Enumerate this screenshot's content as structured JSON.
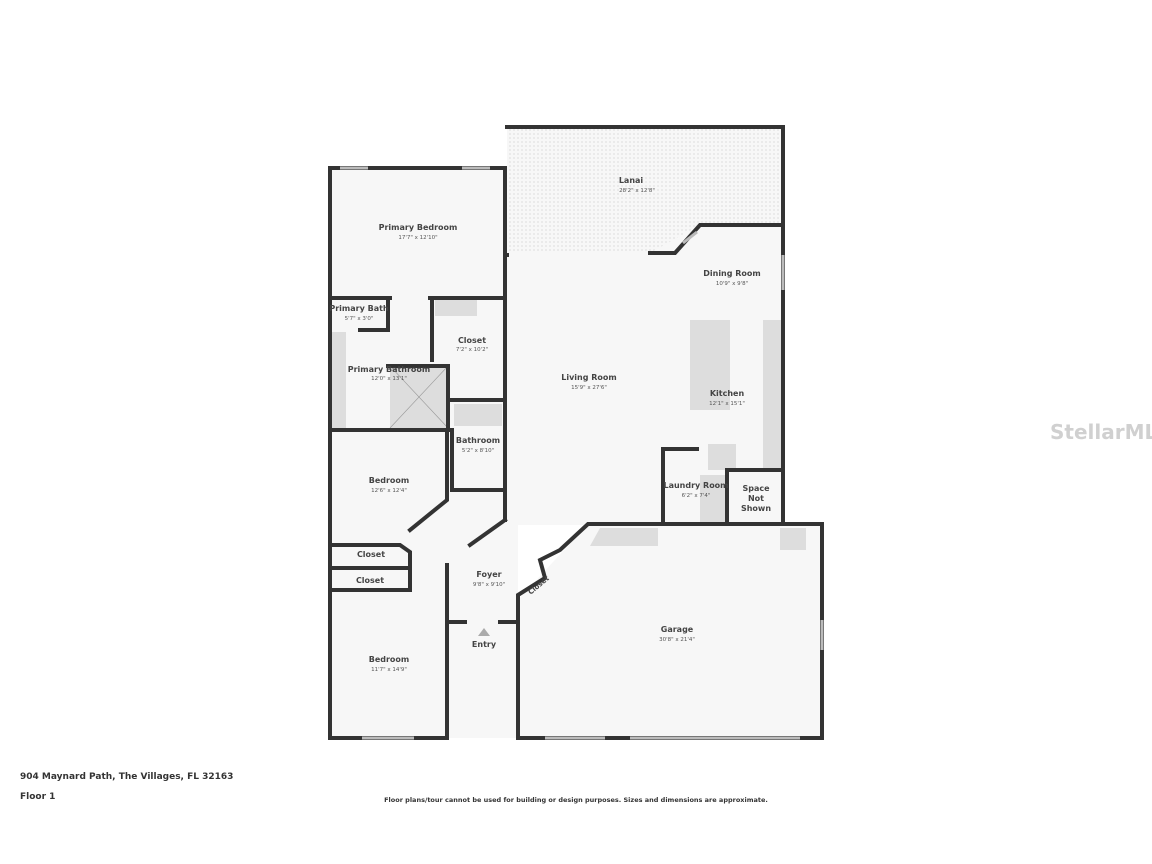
{
  "rooms": {
    "lanai": {
      "name": "Lanai",
      "dims": "28'2\" x 12'8\""
    },
    "primary_bedroom": {
      "name": "Primary Bedroom",
      "dims": "17'7\" x 12'10\""
    },
    "dining_room": {
      "name": "Dining Room",
      "dims": "10'9\" x 9'8\""
    },
    "primary_bath": {
      "name": "Primary Bath",
      "dims": "5'7\" x 3'0\""
    },
    "closet_primary": {
      "name": "Closet",
      "dims": "7'2\" x 10'2\""
    },
    "primary_bathroom": {
      "name": "Primary Bathroom",
      "dims": "12'0\" x 13'1\""
    },
    "living_room": {
      "name": "Living Room",
      "dims": "15'9\" x 27'6\""
    },
    "kitchen": {
      "name": "Kitchen",
      "dims": "12'1\" x 15'1\""
    },
    "bathroom": {
      "name": "Bathroom",
      "dims": "5'2\" x 8'10\""
    },
    "bedroom_1": {
      "name": "Bedroom",
      "dims": "12'6\" x 12'4\""
    },
    "laundry_room": {
      "name": "Laundry Room",
      "dims": "6'2\" x 7'4\""
    },
    "space_not_shown": {
      "line1": "Space",
      "line2": "Not",
      "line3": "Shown"
    },
    "closet_1": {
      "name": "Closet"
    },
    "closet_2": {
      "name": "Closet"
    },
    "foyer": {
      "name": "Foyer",
      "dims": "9'8\" x 9'10\""
    },
    "closet_garage": {
      "name": "Closet"
    },
    "garage": {
      "name": "Garage",
      "dims": "30'8\" x 21'4\""
    },
    "entry": {
      "name": "Entry"
    },
    "bedroom_2": {
      "name": "Bedroom",
      "dims": "11'7\" x 14'9\""
    }
  },
  "footer": {
    "address": "904 Maynard Path, The Villages, FL 32163",
    "floor": "Floor 1",
    "disclaimer": "Floor plans/tour cannot be used for building or design purposes. Sizes and dimensions are approximate."
  },
  "watermark": "StellarMLS",
  "colors": {
    "wall": "#333333",
    "floor": "#f7f7f7",
    "fixture": "#dddddd"
  }
}
